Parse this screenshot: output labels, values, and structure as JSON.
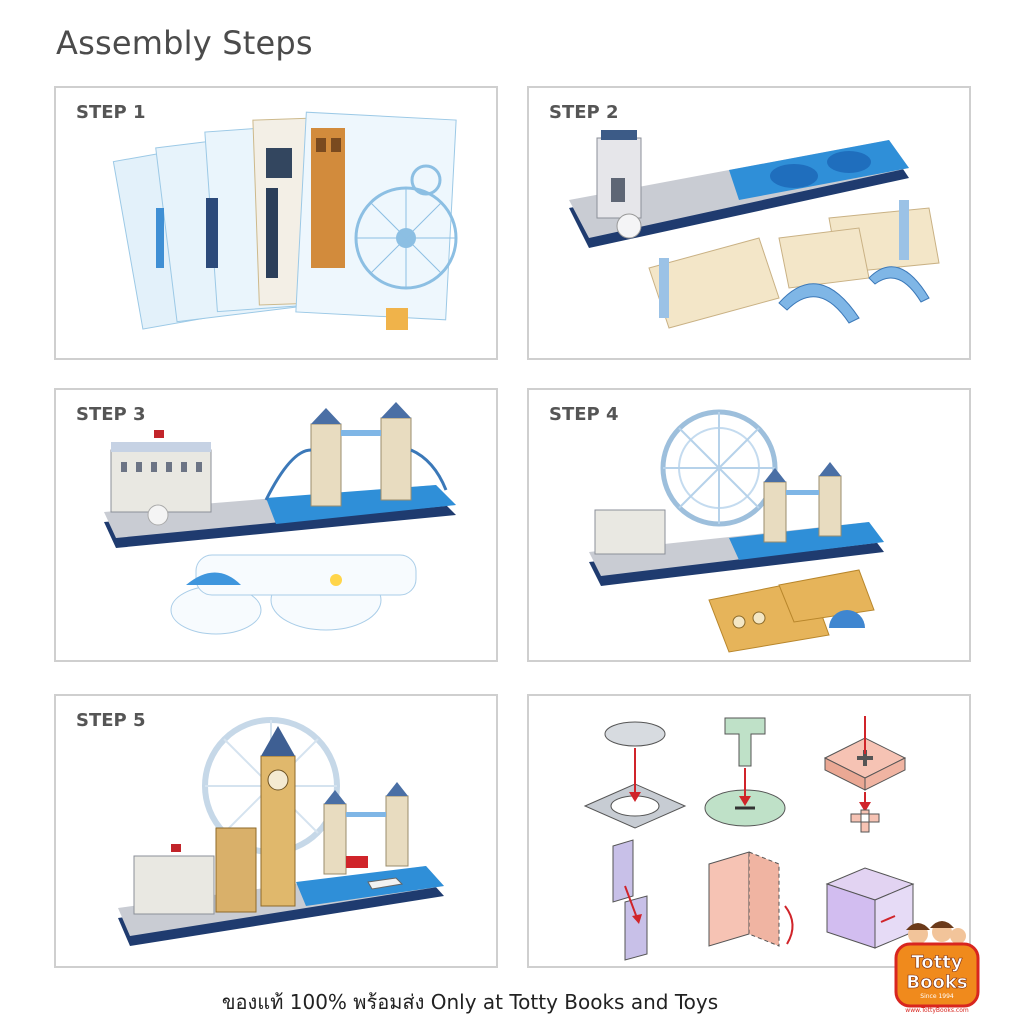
{
  "title": "Assembly Steps",
  "steps": [
    {
      "label": "STEP 1"
    },
    {
      "label": "STEP 2"
    },
    {
      "label": "STEP 3"
    },
    {
      "label": "STEP 4"
    },
    {
      "label": "STEP 5"
    }
  ],
  "footer": "ของแท้ 100% พร้อมส่ง Only at Totty Books and Toys",
  "logo": {
    "line1": "Totty",
    "line2": "Books",
    "since": "Since 1994",
    "url": "www.TottyBooks.com"
  },
  "colors": {
    "border": "#cfcfcf",
    "water": "#2f8fd8",
    "base": "#1f3b6f",
    "paper": "#e8f4fb",
    "logo_orange": "#f08a1c",
    "logo_red": "#d8261f"
  }
}
